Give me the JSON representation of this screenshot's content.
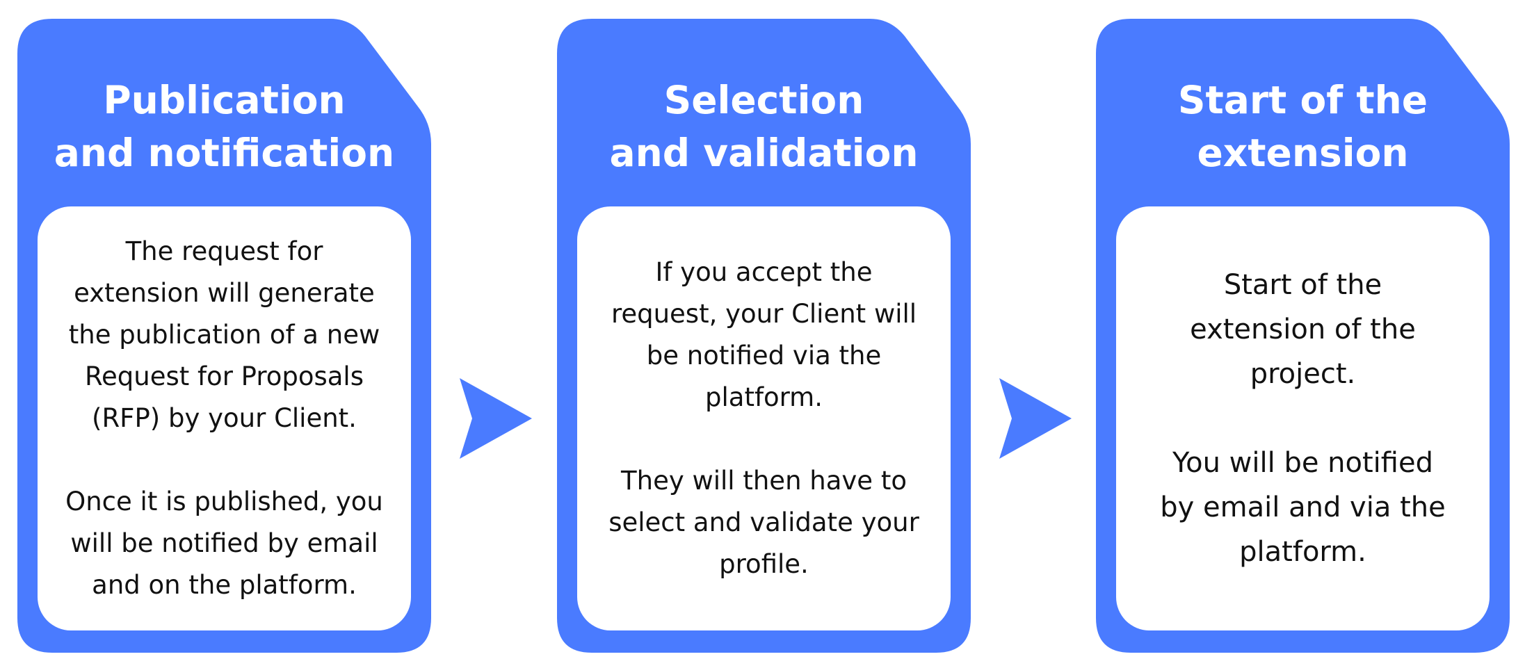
{
  "colors": {
    "card_fill": "#4A7BFF",
    "body_fill": "#FFFFFF",
    "text": "#111111",
    "arrow": "#4A7BFF"
  },
  "steps": [
    {
      "title": "Publication\nand notification",
      "paragraphs": [
        "The request for\nextension will generate\nthe publication of a new\nRequest for Proposals\n(RFP) by your Client.",
        "Once it is published, you\nwill be notified by email\nand on the platform."
      ]
    },
    {
      "title": "Selection\nand validation",
      "paragraphs": [
        "If you accept the\nrequest, your Client will\nbe notified via the\nplatform.",
        "They will then have to\nselect and validate your\nprofile."
      ]
    },
    {
      "title": "Start of the\nextension",
      "paragraphs": [
        "Start of the\nextension of the\nproject.",
        "You will be notified\nby email and via the\nplatform."
      ]
    }
  ]
}
